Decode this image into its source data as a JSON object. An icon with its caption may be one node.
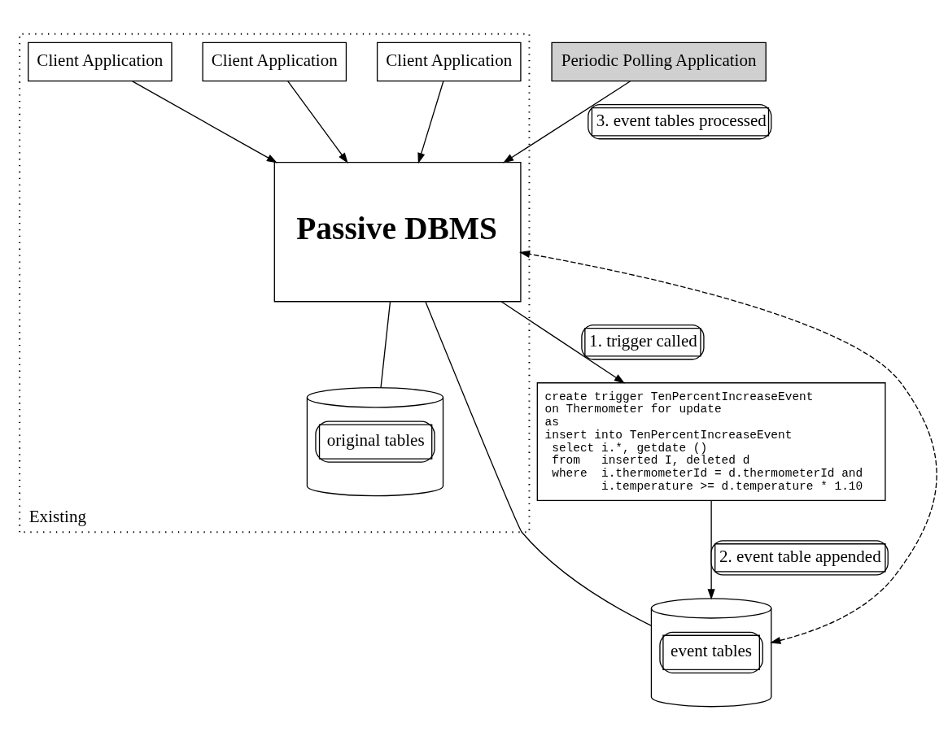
{
  "diagram": {
    "nodes": [
      {
        "text": [
          "Existing"
        ]
      },
      {
        "text": [
          "Client Application"
        ],
        "in": 0
      },
      {
        "text": [
          "Client Application"
        ],
        "in": 0
      },
      {
        "text": [
          "Client Application"
        ],
        "in": 0
      },
      {
        "text": [
          "Passive DBMS"
        ],
        "in": 0
      },
      {
        "text": [
          "original tables"
        ],
        "in": 0
      },
      {
        "text": [
          "event tables"
        ]
      },
      {
        "text": [
          "create trigger TenPercentIncreaseEvent",
          "on Thermometer for update",
          "as",
          "insert into TenPercentIncreaseEvent",
          "  select i.*, getdate ()",
          "  from   inserted I, deleted d",
          "  where  i.thermometerId = d.thermometerId and",
          "         i.temperature >= d.temperature * 1.10"
        ]
      },
      {
        "text": [
          "Periodic Polling Application"
        ]
      }
    ],
    "edges": [
      {
        "from": 1,
        "to": 4,
        "arrow": "to"
      },
      {
        "from": 2,
        "to": 4,
        "arrow": "to"
      },
      {
        "from": 3,
        "to": 4,
        "arrow": "to"
      },
      {
        "from": 4,
        "to": 5,
        "arrow": "none"
      },
      {
        "from": 4,
        "to": 7,
        "arrow": "to",
        "label": "1. trigger called"
      },
      {
        "from": 7,
        "to": 6,
        "arrow": "to",
        "label": "2. event table appended"
      },
      {
        "from": 8,
        "to": 4,
        "arrow": "to",
        "label": "3. event tables processed"
      },
      {
        "from": 4,
        "to": 6,
        "arrow": "none"
      },
      {
        "from": 6,
        "to": 4,
        "arrow": "both",
        "style": "dashed"
      }
    ]
  }
}
